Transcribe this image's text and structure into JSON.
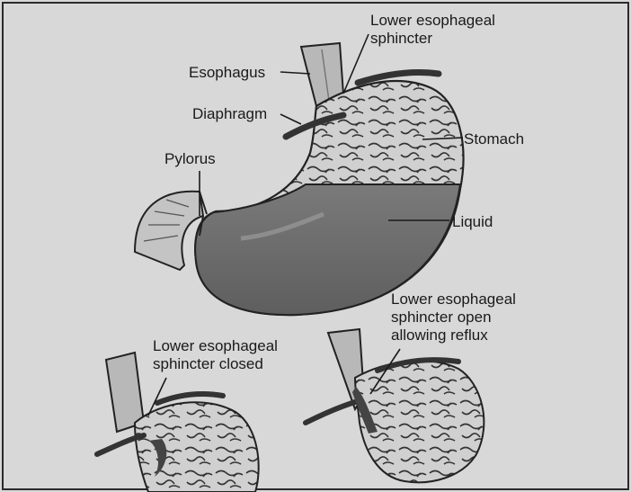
{
  "labels": {
    "les_top_line1": "Lower esophageal",
    "les_top_line2": "sphincter",
    "esophagus": "Esophagus",
    "diaphragm": "Diaphragm",
    "stomach": "Stomach",
    "pylorus": "Pylorus",
    "liquid": "Liquid",
    "les_open_line1": "Lower esophageal",
    "les_open_line2": "sphincter open",
    "les_open_line3": "allowing reflux",
    "les_closed_line1": "Lower esophageal",
    "les_closed_line2": "sphincter closed"
  },
  "colors": {
    "background": "#d8d8d8",
    "frame": "#2a2a2a",
    "liquid": "#6e6e6e",
    "tissue": "#c6c6c6",
    "outline": "#222222"
  }
}
